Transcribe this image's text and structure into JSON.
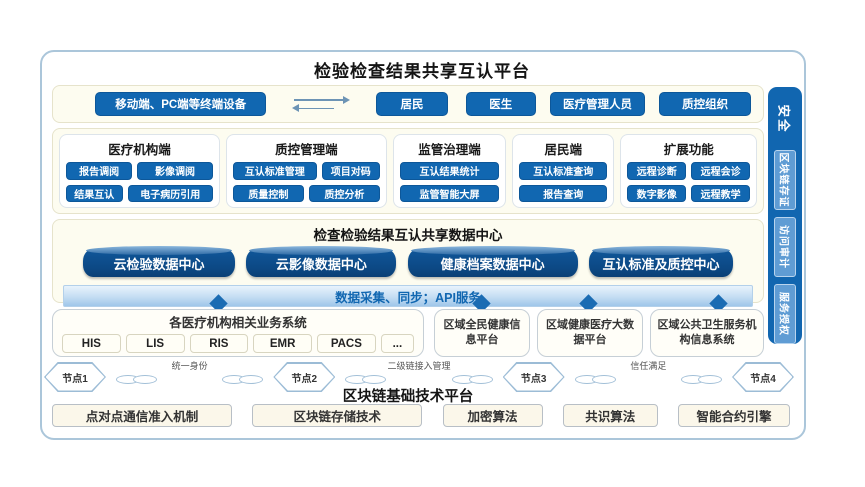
{
  "title": "检验检查结果共享互认平台",
  "terminals": {
    "device_label": "移动端、PC端等终端设备",
    "users": [
      "居民",
      "医生",
      "医疗管理人员",
      "质控组织"
    ]
  },
  "portals": [
    {
      "name": "医疗机构端",
      "items": [
        "报告调阅",
        "影像调阅",
        "结果互认",
        "电子病历引用"
      ]
    },
    {
      "name": "质控管理端",
      "items": [
        "互认标准管理",
        "项目对码",
        "质量控制",
        "质控分析"
      ]
    },
    {
      "name": "监管治理端",
      "items": [
        "互认结果统计",
        "监管智能大屏"
      ]
    },
    {
      "name": "居民端",
      "items": [
        "互认标准查询",
        "报告查询"
      ]
    },
    {
      "name": "扩展功能",
      "items": [
        "远程诊断",
        "远程会诊",
        "数字影像",
        "远程教学"
      ]
    }
  ],
  "data_center": {
    "title": "检查检验结果互认共享数据中心",
    "stores": [
      "云检验数据中心",
      "云影像数据中心",
      "健康档案数据中心",
      "互认标准及质控中心"
    ],
    "api_bar": "数据采集、同步；API服务"
  },
  "sources": {
    "hospital": {
      "title": "各医疗机构相关业务系统",
      "systems": [
        "HIS",
        "LIS",
        "RIS",
        "EMR",
        "PACS",
        "..."
      ]
    },
    "regional": [
      "区域全民健康信息平台",
      "区域健康医疗大数据平台",
      "区域公共卫生服务机构信息系统"
    ]
  },
  "blockchain": {
    "nodes": [
      "节点1",
      "节点2",
      "节点3",
      "节点4"
    ],
    "links": [
      "统一身份",
      "二级链接入管理",
      "信任满足"
    ],
    "platform": "区块链基础技术平台",
    "components": [
      "点对点通信准入机制",
      "区块链存储技术",
      "加密算法",
      "共识算法",
      "智能合约引擎"
    ]
  },
  "security": {
    "title": "安全",
    "items": [
      "区块链存证",
      "访问审计",
      "服务授权"
    ]
  },
  "colors": {
    "accent_blue": "#1167b1",
    "cylinder_blue": "#0c4884",
    "panel_cream": "#fdfcf0",
    "panel_border": "#e6e3cb",
    "frame_border": "#abc6da",
    "api_bar_gradient": [
      "#e8f3fc",
      "#9fc6ea"
    ],
    "sidebar_blue": "#1166b0",
    "sidebar_item_blue": "#5f9cd4",
    "diamond_blue": "#1b6cb3",
    "link_outline": "#a3c0d8"
  }
}
